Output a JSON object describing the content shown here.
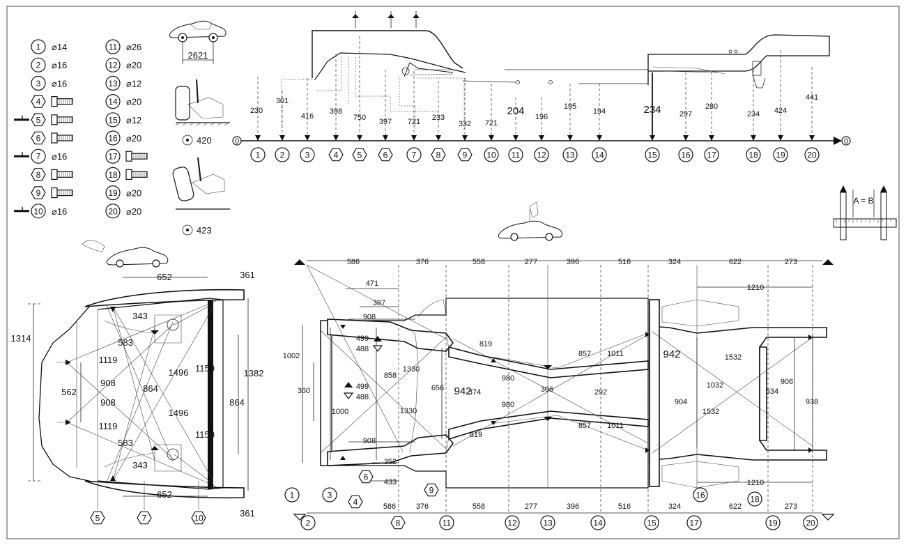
{
  "legend": [
    {
      "num": "1",
      "shape": "circle",
      "spec": "⌀14"
    },
    {
      "num": "2",
      "shape": "circle",
      "spec": "⌀16"
    },
    {
      "num": "3",
      "shape": "circle",
      "spec": "⌀16"
    },
    {
      "num": "4",
      "shape": "hexagon",
      "spec": "bolt"
    },
    {
      "num": "5",
      "shape": "hexagon",
      "spec": "bolt",
      "pin": true
    },
    {
      "num": "6",
      "shape": "hexagon",
      "spec": "bolt"
    },
    {
      "num": "7",
      "shape": "circle",
      "spec": "⌀16",
      "pin": true
    },
    {
      "num": "8",
      "shape": "hexagon",
      "spec": "bolt"
    },
    {
      "num": "9",
      "shape": "hexagon",
      "spec": "bolt"
    },
    {
      "num": "10",
      "shape": "circle",
      "spec": "⌀16",
      "pin": true
    },
    {
      "num": "11",
      "shape": "circle-bold",
      "spec": "⌀26"
    },
    {
      "num": "12",
      "shape": "circle",
      "spec": "⌀20"
    },
    {
      "num": "13",
      "shape": "circle",
      "spec": "⌀12"
    },
    {
      "num": "14",
      "shape": "circle",
      "spec": "⌀20"
    },
    {
      "num": "15",
      "shape": "circle-bold",
      "spec": "⌀12"
    },
    {
      "num": "16",
      "shape": "circle",
      "spec": "⌀20"
    },
    {
      "num": "17",
      "shape": "circle",
      "spec": "bolt"
    },
    {
      "num": "18",
      "shape": "circle",
      "spec": "bolt"
    },
    {
      "num": "19",
      "shape": "circle",
      "spec": "⌀20"
    },
    {
      "num": "20",
      "shape": "circle",
      "spec": "⌀20"
    }
  ],
  "vehicle": {
    "wheelbase": "2621",
    "front_gauge": "420",
    "rear_gauge": "423"
  },
  "side_view": {
    "origin_left": "0",
    "origin_right": "0",
    "points": [
      {
        "num": "1",
        "height": "230"
      },
      {
        "num": "2",
        "height": "301"
      },
      {
        "num": "3",
        "height": "416"
      },
      {
        "num": "4",
        "height": "398"
      },
      {
        "num": "5",
        "height": "750"
      },
      {
        "num": "6",
        "height": "397"
      },
      {
        "num": "7",
        "height": "721"
      },
      {
        "num": "8",
        "height": "233"
      },
      {
        "num": "9",
        "height": "332"
      },
      {
        "num": "10",
        "height": "721"
      },
      {
        "num": "11",
        "height": "204"
      },
      {
        "num": "12",
        "height": "196"
      },
      {
        "num": "13",
        "height": "195"
      },
      {
        "num": "14",
        "height": "194"
      },
      {
        "num": "15",
        "height": "234"
      },
      {
        "num": "16",
        "height": "297"
      },
      {
        "num": "17",
        "height": "280"
      },
      {
        "num": "18",
        "height": "234"
      },
      {
        "num": "19",
        "height": "424"
      },
      {
        "num": "20",
        "height": "441"
      }
    ]
  },
  "gauge_label": "A = B",
  "front_view": {
    "top_width": "652",
    "bottom_width": "652",
    "corner_top": "361",
    "corner_bottom": "361",
    "overall_height": "1314",
    "inner_height": "1382",
    "inner_span": "864",
    "side_span": "1150",
    "side_span_lower": "1150",
    "upper_gap": "343",
    "lower_gap": "343",
    "diag_583_a": "583",
    "diag_583_b": "583",
    "diag_1119_a": "1119",
    "diag_1119_b": "1119",
    "diag_908_a": "908",
    "diag_908_b": "908",
    "center_562": "562",
    "center_864": "864",
    "diag_1496_a": "1496",
    "diag_1496_b": "1496",
    "labels": [
      "5",
      "7",
      "10"
    ]
  },
  "plan_view": {
    "top_segments": [
      "586",
      "376",
      "558",
      "277",
      "396",
      "516",
      "324",
      "622",
      "273"
    ],
    "bottom_segments": [
      "586",
      "376",
      "558",
      "277",
      "396",
      "516",
      "324",
      "622",
      "273"
    ],
    "rear_span_top": "1210",
    "rear_span_bottom": "1210",
    "front_471": "471",
    "front_387": "387",
    "front_908_top": "908",
    "front_908_bottom": "908",
    "front_height": "1002",
    "front_360": "360",
    "front_1000": "1000",
    "sym_top": "499",
    "sym_top_low": "488",
    "sym_mid": "499",
    "sym_mid_low": "488",
    "diag_858": "858",
    "diag_1330_a": "1330",
    "diag_1330_b": "1330",
    "center_656": "656",
    "center_942_a": "942",
    "center_942_b": "942",
    "center_374": "374",
    "diag_819_a": "819",
    "diag_819_b": "819",
    "diag_980_a": "980",
    "diag_980_b": "980",
    "center_306": "306",
    "center_292": "292",
    "diag_857_a": "857",
    "diag_857_b": "857",
    "diag_1011_a": "1011",
    "diag_1011_b": "1011",
    "rear_1032": "1032",
    "rear_904": "904",
    "diag_1532_a": "1532",
    "diag_1532_b": "1532",
    "rear_534": "534",
    "rear_906": "906",
    "rear_938": "938",
    "low_352": "352",
    "low_433": "433",
    "bottom_labels": [
      "2",
      "8",
      "11",
      "12",
      "13",
      "14",
      "15",
      "17",
      "19",
      "20"
    ],
    "extra_labels": [
      "1",
      "3",
      "4",
      "6",
      "9",
      "16",
      "18"
    ]
  }
}
